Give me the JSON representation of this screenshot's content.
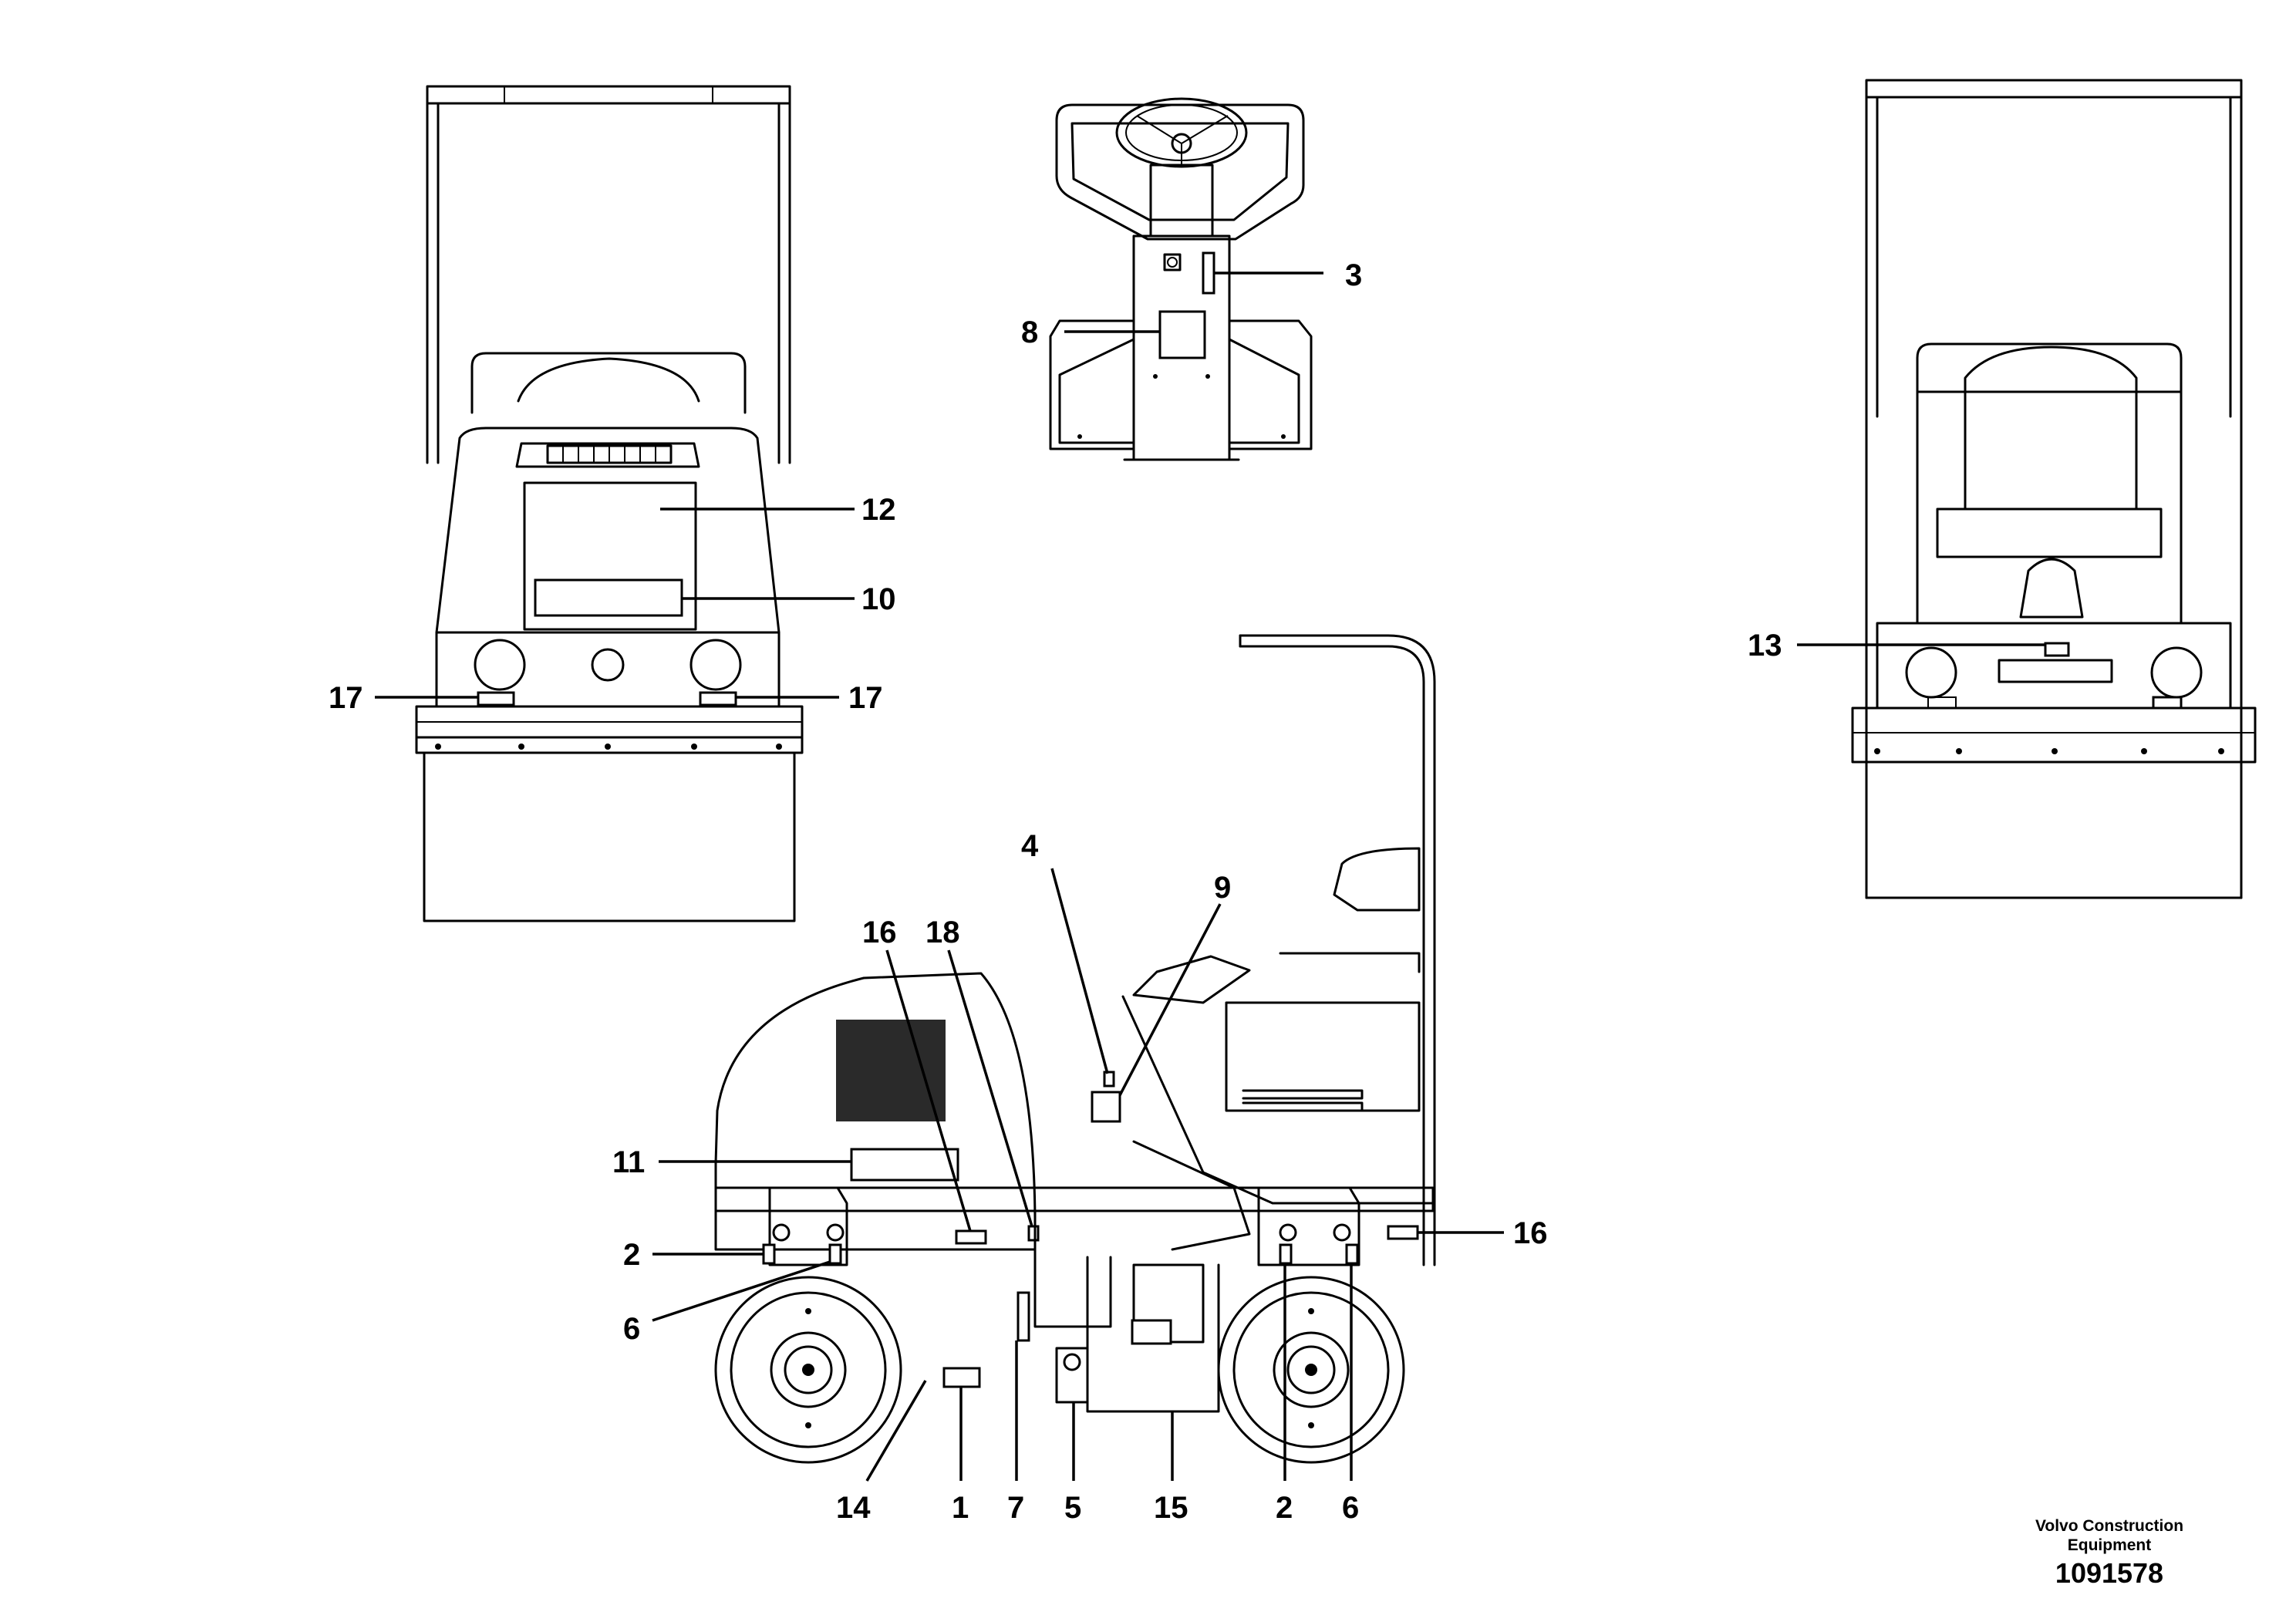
{
  "callouts": {
    "front_view": {
      "c12": "12",
      "c10": "10",
      "c17_left": "17",
      "c17_right": "17"
    },
    "top_view": {
      "c3": "3",
      "c8": "8"
    },
    "rear_view": {
      "c13": "13"
    },
    "side_view": {
      "c4": "4",
      "c9": "9",
      "c16_left": "16",
      "c18": "18",
      "c11": "11",
      "c2_left": "2",
      "c6_left": "6",
      "c16_right": "16",
      "c14": "14",
      "c1": "1",
      "c7": "7",
      "c5": "5",
      "c15": "15",
      "c2_right": "2",
      "c6_right": "6"
    }
  },
  "credit": {
    "maker_line1": "Volvo Construction",
    "maker_line2": "Equipment",
    "number": "1091578"
  }
}
